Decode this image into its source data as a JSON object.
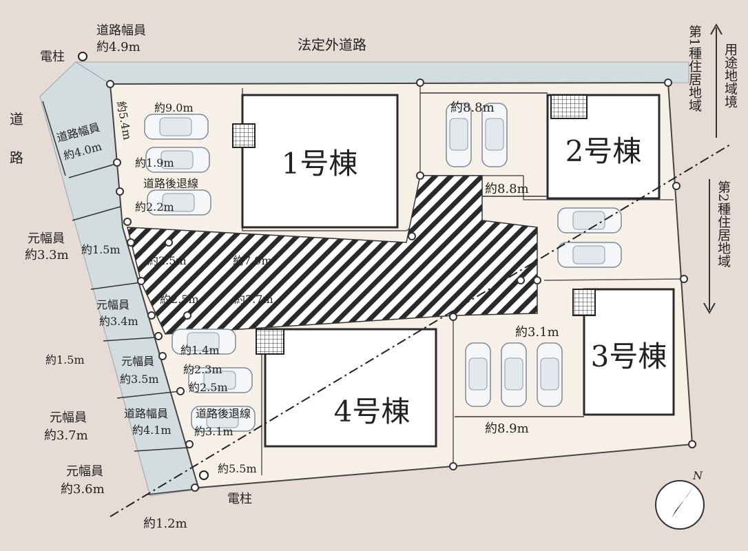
{
  "labels": {
    "road_top": "法定外道路",
    "road_left": "道",
    "road_left2": "路",
    "road_width_top_a": "道路幅員",
    "road_width_top_b": "約4.9m",
    "pole_top": "電柱",
    "pole_bottom": "電柱",
    "road_width_left_a": "道路幅員",
    "road_width_left_b": "約4.0m",
    "orig_width_33_a": "元幅員",
    "orig_width_33_b": "約3.3m",
    "orig_width_34_a": "元幅員",
    "orig_width_34_b": "約3.4m",
    "orig_width_35_a": "元幅員",
    "orig_width_35_b": "約3.5m",
    "orig_width_37_a": "元幅員",
    "orig_width_37_b": "約3.7m",
    "orig_width_36_a": "元幅員",
    "orig_width_36_b": "約3.6m",
    "road_width_41_a": "道路幅員",
    "road_width_41_b": "約4.1m",
    "setback_1": "道路後退線",
    "setback_2": "道路後退線",
    "d_5_4": "約5.4m",
    "d_9_0": "約9.0m",
    "d_1_9": "約1.9m",
    "d_2_2": "約2.2m",
    "d_1_5a": "約1.5m",
    "d_1_5b": "約1.5m",
    "d_2_5a": "約2.5m",
    "d_2_5b": "約2.5m",
    "d_2_5c": "約2.5m",
    "d_7_9": "約7.9m",
    "d_7_7": "約7.7m",
    "d_1_4": "約1.4m",
    "d_2_3": "約2.3m",
    "d_3_1a": "約3.1m",
    "d_3_1b": "約3.1m",
    "d_5_5": "約5.5m",
    "d_1_2": "約1.2m",
    "d_8_8a": "約8.8m",
    "d_8_8b": "約8.8m",
    "d_8_9": "約8.9m",
    "zone_1": "第1種住居地域",
    "zone_2": "第2種住居地域",
    "zone_border": "用途地域境",
    "north": "N"
  },
  "buildings": {
    "b1": "1号棟",
    "b2": "2号棟",
    "b3": "3号棟",
    "b4": "4号棟"
  },
  "colors": {
    "background": "#e7dcd5",
    "road": "#d3dde0",
    "lot": "#f6f0e6",
    "building": "#ffffff",
    "outline": "#333333"
  }
}
